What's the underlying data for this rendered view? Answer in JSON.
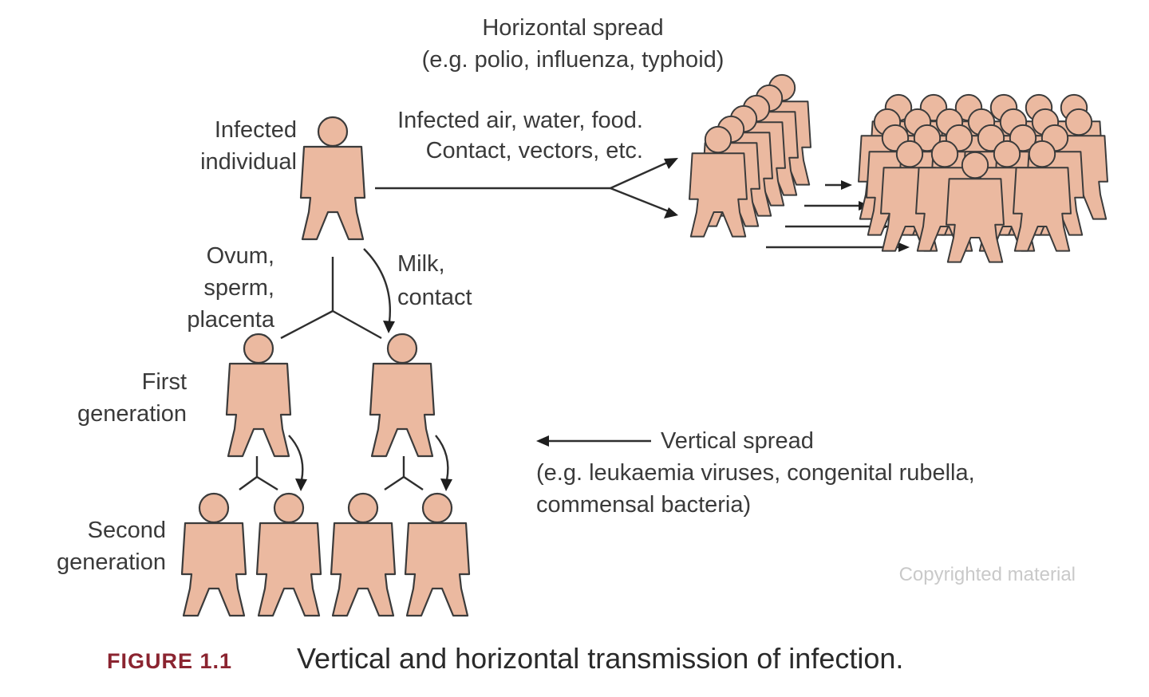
{
  "diagram": {
    "horizontal_title": "Horizontal spread",
    "horizontal_examples": "(e.g. polio, influenza, typhoid)",
    "infected_label_1": "Infected",
    "infected_label_2": "individual",
    "routes_line_1": "Infected air, water, food.",
    "routes_line_2": "Contact, vectors, etc.",
    "germline_1": "Ovum,",
    "germline_2": "sperm,",
    "germline_3": "placenta",
    "milk_1": "Milk,",
    "milk_2": "contact",
    "first_gen_1": "First",
    "first_gen_2": "generation",
    "second_gen_1": "Second",
    "second_gen_2": "generation",
    "vertical_title": "Vertical spread",
    "vertical_examples_1": "(e.g. leukaemia viruses, congenital rubella,",
    "vertical_examples_2": "commensal bacteria)",
    "watermark": "Copyrighted material",
    "figure_number": "FIGURE 1.1",
    "caption": "Vertical and horizontal transmission of infection.",
    "colors": {
      "figure_fill": "#ebb9a0",
      "outline": "#3b3b3b",
      "caption_number": "#8b2430"
    }
  }
}
